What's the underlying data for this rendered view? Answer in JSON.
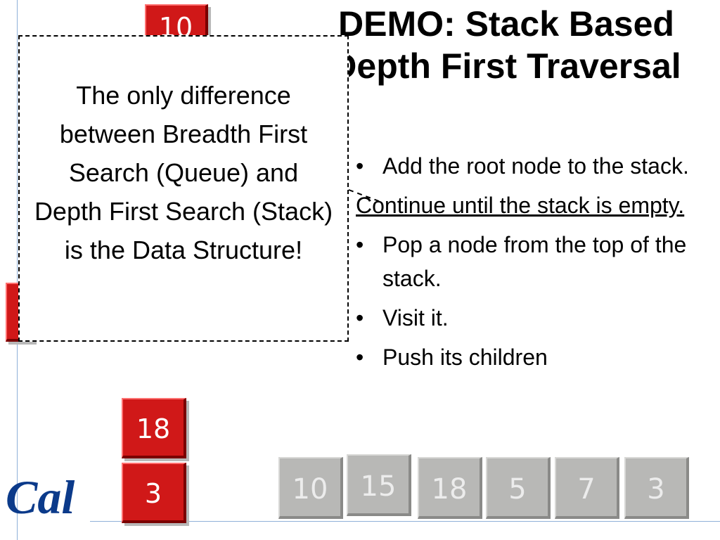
{
  "slide": {
    "title": "DEMO: Stack Based Depth First Traversal",
    "callout_text": "The only difference between Breadth First Search (Queue) and Depth First Search (Stack) is the Data Structure!",
    "bullets": [
      "Add the root node to the stack.",
      "Continue until the stack is empty.",
      "Pop a node from the top of the stack.",
      "Visit it.",
      "Push its children"
    ],
    "stack_tiles": [
      "10",
      "18",
      "3"
    ],
    "visited_tiles": [
      "10",
      "15",
      "18",
      "5",
      "7",
      "3"
    ],
    "logo_text": "Cal",
    "colors": {
      "stack_tile": "#d01818",
      "visited_tile": "#b8b8b6",
      "logo": "#0b3a8a"
    }
  }
}
